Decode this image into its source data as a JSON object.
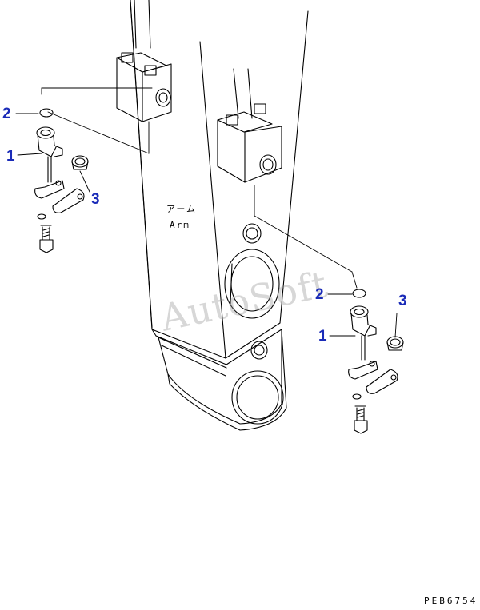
{
  "diagram": {
    "part_label_jp": "アーム",
    "part_label_en": "Arm",
    "callouts_left": {
      "c1": "1",
      "c2": "2",
      "c3": "3"
    },
    "callouts_right": {
      "c1": "1",
      "c2": "2",
      "c3": "3"
    },
    "watermark": "AutoSoft",
    "drawing_code": "PEB6754",
    "callout_color": "#1a2bb8"
  }
}
